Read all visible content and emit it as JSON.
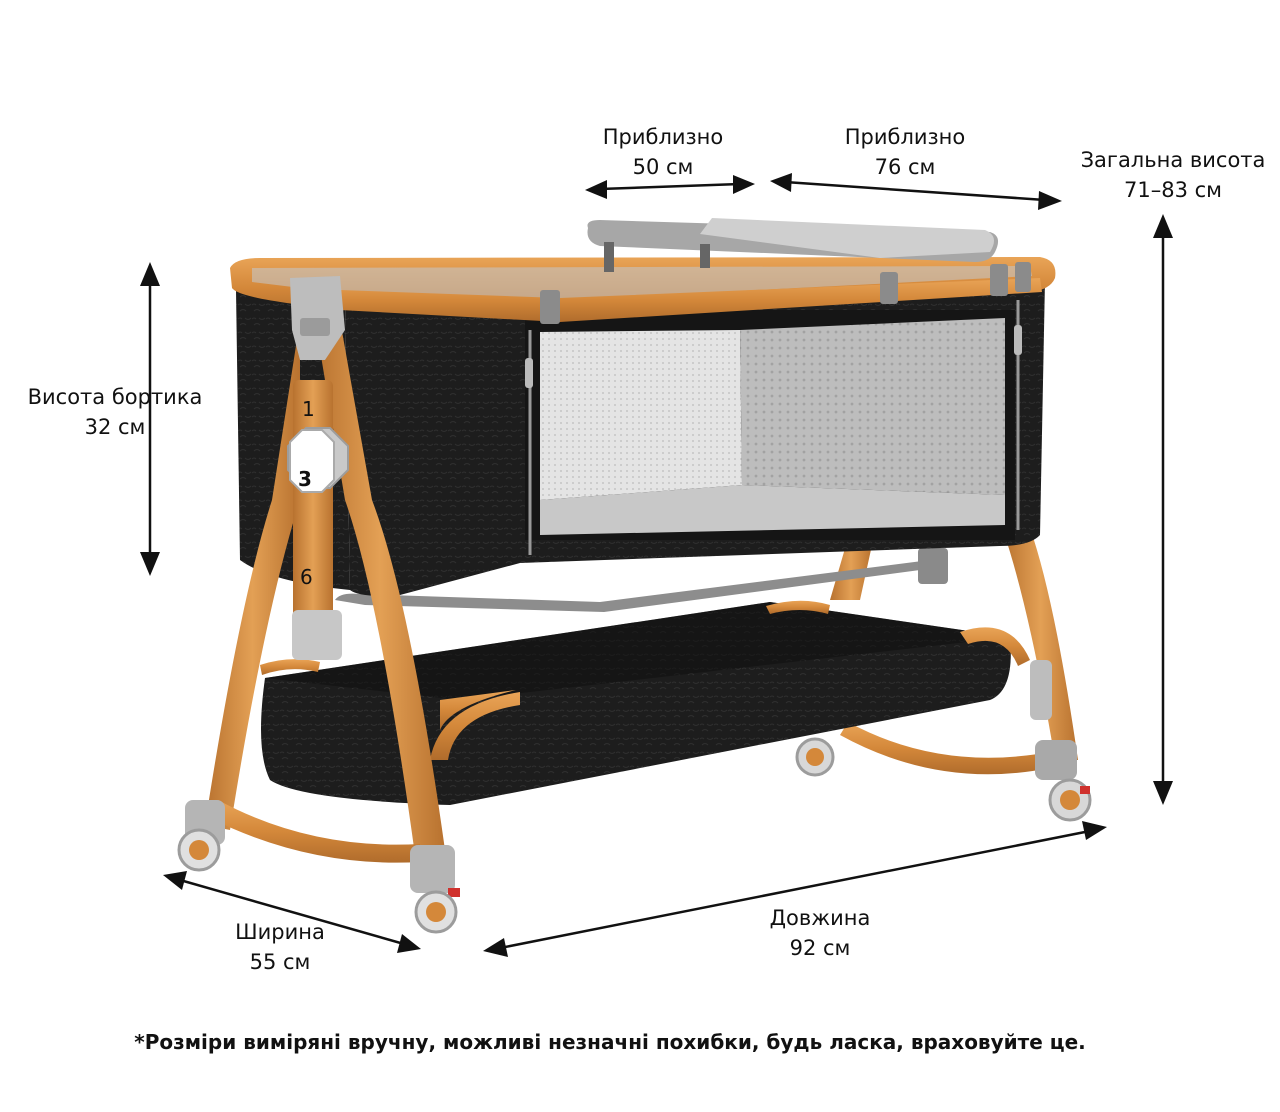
{
  "labels": {
    "side_height": {
      "line1": "Висота бортика",
      "line2": "32 см"
    },
    "approx_50": {
      "line1": "Приблизно",
      "line2": "50 см"
    },
    "approx_76": {
      "line1": "Приблизно",
      "line2": "76 см"
    },
    "total_height": {
      "line1": "Загальна висота",
      "line2": "71–83 см"
    },
    "width": {
      "line1": "Ширина",
      "line2": "55 см"
    },
    "length": {
      "line1": "Довжина",
      "line2": "92 см"
    }
  },
  "height_steps": [
    "1",
    "3",
    "6"
  ],
  "note": "*Розміри виміряні вручну, можливі незначні похибки, будь ласка, враховуйте це.",
  "colors": {
    "wood": "#d4883a",
    "wood_dark": "#a9662a",
    "fabric": "#1e1e1e",
    "mesh": "#cfcfcf",
    "plastic": "#a6a6a6",
    "background": "#ffffff"
  }
}
